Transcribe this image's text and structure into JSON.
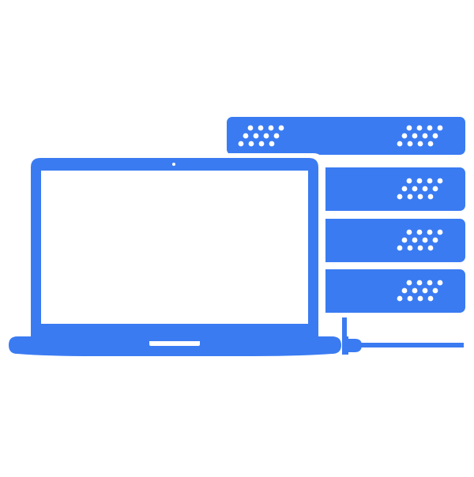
{
  "icon": {
    "name": "laptop-server-connection",
    "accent_color": "#3a7bf2",
    "background_color": "#ffffff",
    "server_units": 4,
    "components": [
      "laptop-icon",
      "server-rack-icon",
      "network-cable"
    ]
  }
}
